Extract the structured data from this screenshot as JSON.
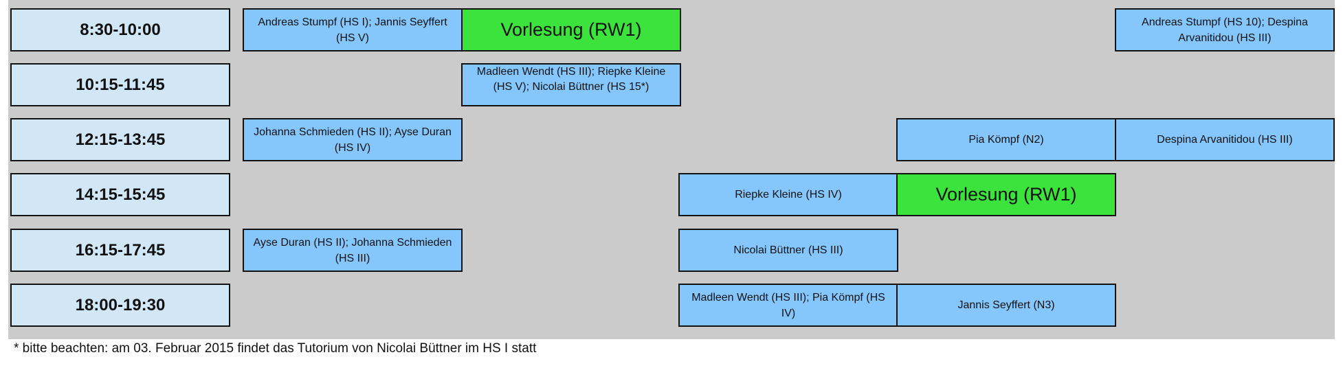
{
  "times": [
    "8:30-10:00",
    "10:15-11:45",
    "12:15-13:45",
    "14:15-15:45",
    "16:15-17:45",
    "18:00-19:30"
  ],
  "sessions": {
    "r0_c1": "Andreas Stumpf (HS I); Jannis Seyffert (HS V)",
    "r0_c2": "Vorlesung (RW1)",
    "r0_c6": "Andreas Stumpf (HS 10); Despina Arvanitidou (HS III)",
    "r1_c2": "Madleen Wendt (HS III); Riepke Kleine (HS V); Nicolai Büttner (HS 15*)",
    "r2_c1": "Johanna Schmieden (HS II); Ayse Duran (HS IV)",
    "r2_c5": "Pia Kömpf (N2)",
    "r2_c6": "Despina Arvanitidou (HS III)",
    "r3_c4": "Riepke Kleine (HS IV)",
    "r3_c5": "Vorlesung (RW1)",
    "r4_c1": "Ayse Duran (HS II); Johanna Schmieden (HS III)",
    "r4_c4": "Nicolai Büttner (HS III)",
    "r5_c4": "Madleen Wendt (HS III); Pia Kömpf (HS IV)",
    "r5_c5": "Jannis Seyffert (N3)"
  },
  "footnote": "* bitte beachten: am 03. Februar 2015 findet das Tutorium von Nicolai Büttner im HS I statt",
  "colors": {
    "time_cell": "#d1e7f6",
    "tutorial_cell": "#85c7fc",
    "lecture_cell": "#3de33d",
    "background": "#cbcbcb"
  }
}
